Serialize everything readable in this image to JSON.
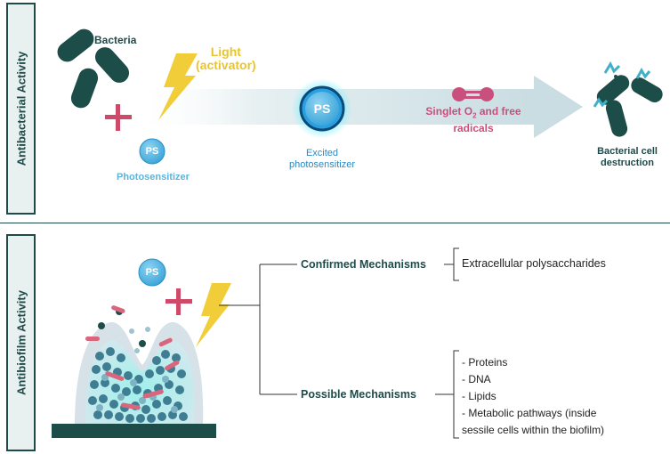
{
  "panels": {
    "antibacterial": {
      "label": "Antibacterial Activity"
    },
    "antibiofilm": {
      "label": "Antibiofilm Activity"
    }
  },
  "antibacterial": {
    "bacteria_label": "Bacteria",
    "light_line1": "Light",
    "light_line2": "(activator)",
    "ps_text": "PS",
    "photosensitizer_label": "Photosensitizer",
    "excited_line1": "Excited",
    "excited_line2": "photosensitizer",
    "singlet_prefix": "Singlet O",
    "singlet_sub": "2",
    "singlet_suffix": " and free",
    "singlet_line2": "radicals",
    "destruction_line1": "Bacterial cell",
    "destruction_line2": "destruction"
  },
  "antibiofilm": {
    "ps_text": "PS",
    "confirmed_label": "Confirmed Mechanisms",
    "confirmed_items": [
      "Extracellular polysaccharides"
    ],
    "possible_label": "Possible Mechanisms",
    "possible_items": [
      "- Proteins",
      "- DNA",
      "- Lipids",
      "- Metabolic pathways (inside",
      "sessile cells within the biofilm)"
    ]
  },
  "colors": {
    "dark_teal": "#1f4a4a",
    "bacteria": "#1d4d48",
    "ps_blue": "#4fb3e3",
    "light_yellow": "#f1cd3a",
    "magenta": "#c94f7c",
    "plus": "#cf4a69"
  }
}
